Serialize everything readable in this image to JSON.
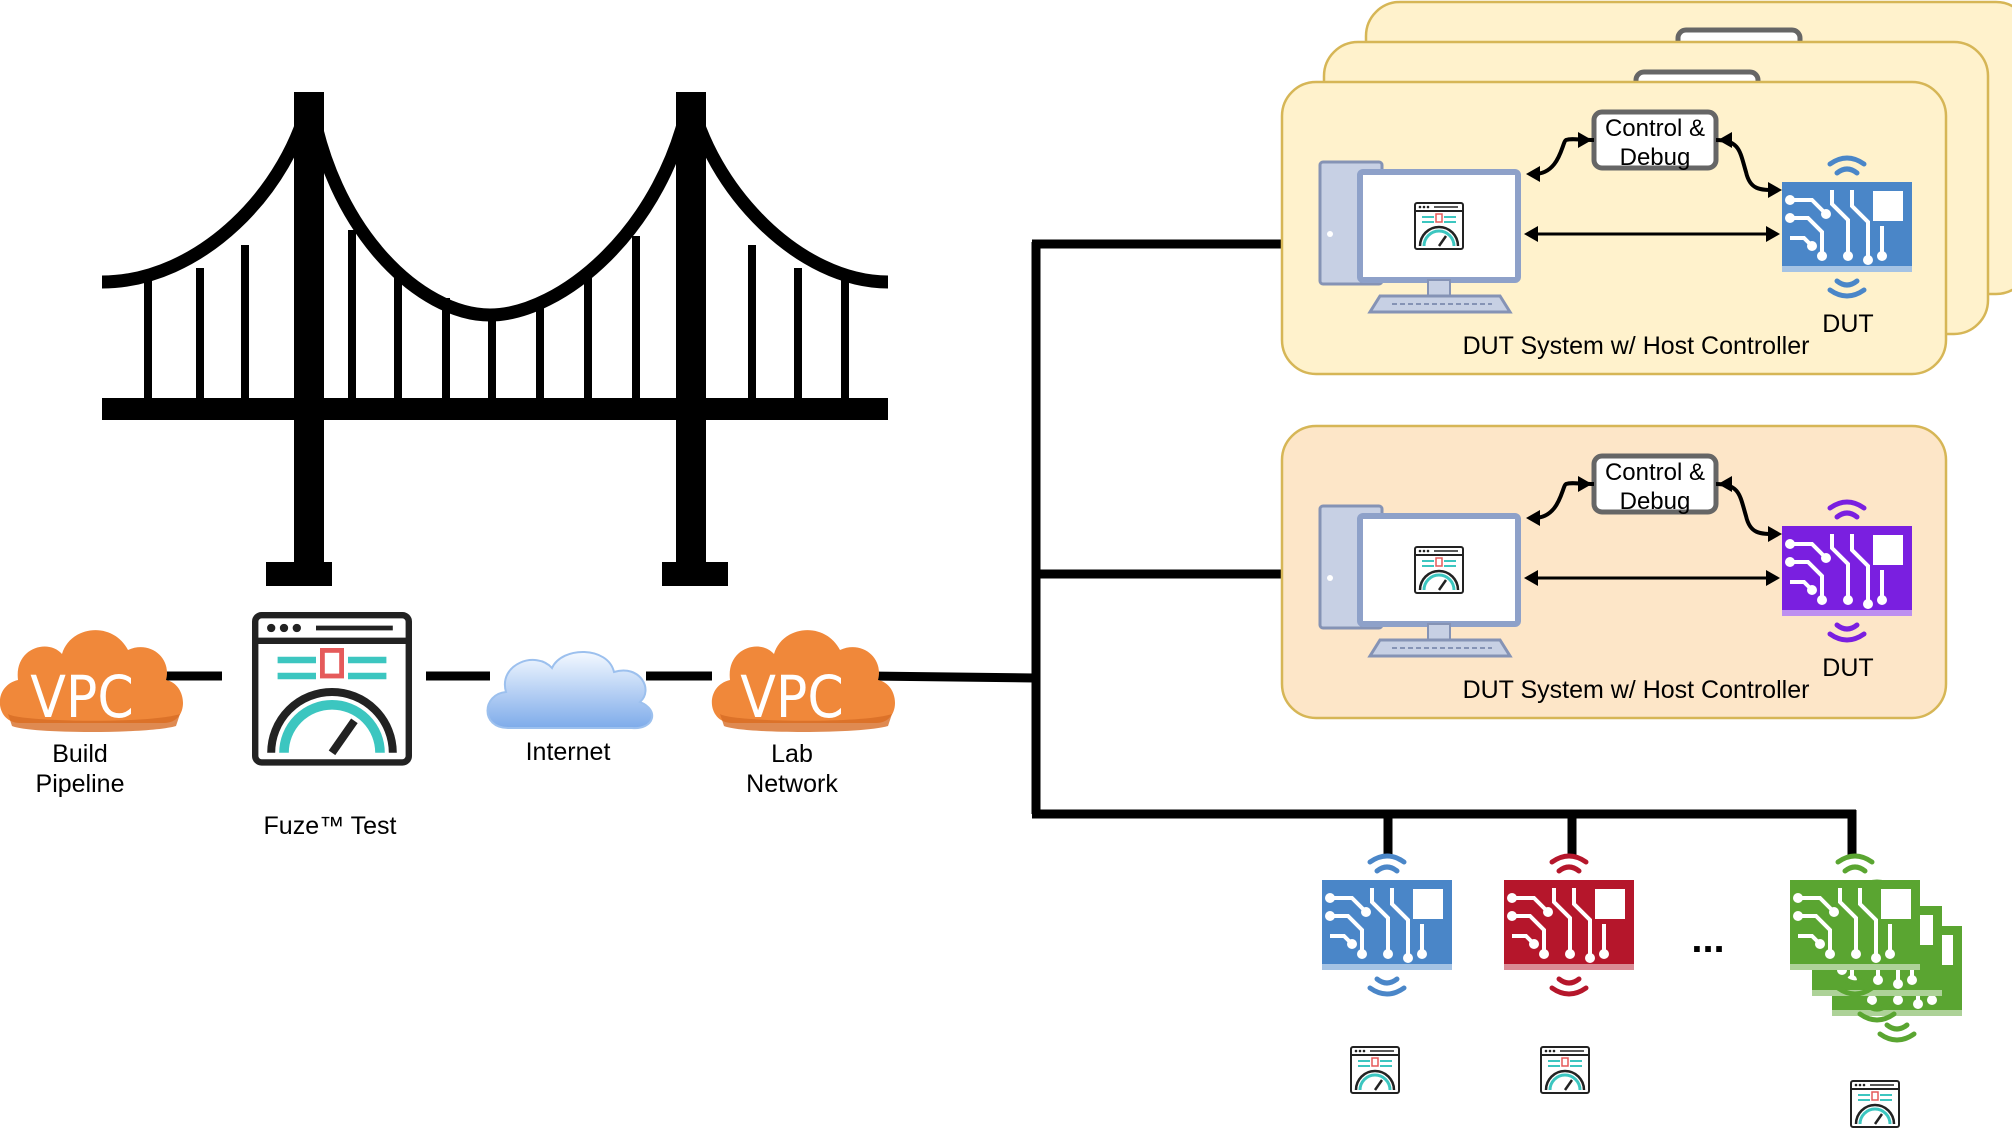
{
  "nodes": {
    "vpc_build": {
      "badge": "VPC",
      "label_line1": "Build",
      "label_line2": "Pipeline"
    },
    "fuze_test": {
      "label": "Fuze™ Test"
    },
    "internet": {
      "label": "Internet"
    },
    "vpc_lab": {
      "badge": "VPC",
      "label_line1": "Lab",
      "label_line2": "Network"
    }
  },
  "dut_systems": [
    {
      "caption": "DUT System w/ Host Controller",
      "control_line1": "Control &",
      "control_line2": "Debug",
      "dut_label": "DUT",
      "fill": "#fff2cc",
      "stroke": "#d6b656",
      "board_color": "#4a86c8"
    },
    {
      "caption": "DUT System w/ Host Controller",
      "control_line1": "Control &",
      "control_line2": "Debug",
      "dut_label": "DUT",
      "fill": "#fde6c8",
      "stroke": "#d6b656",
      "board_color": "#7a1fe0"
    }
  ],
  "devices": {
    "ellipsis": "...",
    "boards": [
      {
        "color": "#4a86c8"
      },
      {
        "color": "#b5162b"
      },
      {
        "color": "#5aa531"
      }
    ]
  },
  "colors": {
    "vpc_orange": "#f0883a",
    "teal": "#3cc6c0",
    "red_accent": "#e55a5a",
    "monitor_blue": "#8ea1c9",
    "cloud_blue": "#8fb8ef"
  }
}
